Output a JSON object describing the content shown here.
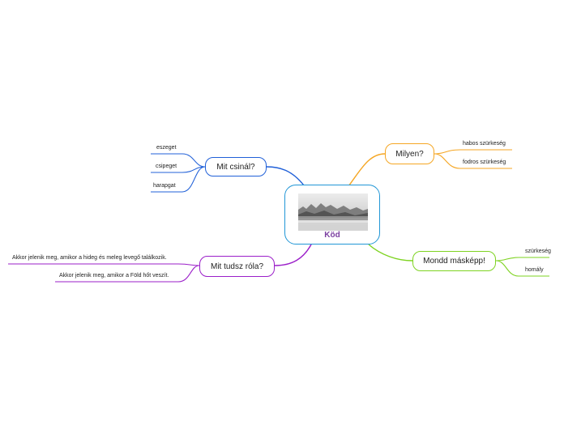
{
  "central": {
    "title": "Köd",
    "image": "fog-forest-photo"
  },
  "branches": {
    "what": {
      "label": "Mit csinál?",
      "color": "#2060d8",
      "leaves": [
        "eszeget",
        "csipeget",
        "harapgat"
      ]
    },
    "how": {
      "label": "Milyen?",
      "color": "#f5a623",
      "leaves": [
        "habos szürkeség",
        "fodros szürkeség"
      ]
    },
    "know": {
      "label": "Mit tudsz róla?",
      "color": "#9b1fc9",
      "leaves": [
        "Akkor jelenik meg, amikor a hideg és meleg levegő találkozik.",
        "Akkor jelenik meg, amikor a Föld hőt veszít."
      ]
    },
    "say": {
      "label": "Mondd másképp!",
      "color": "#7ed321",
      "leaves": [
        "szürkeség",
        "homály"
      ]
    }
  }
}
